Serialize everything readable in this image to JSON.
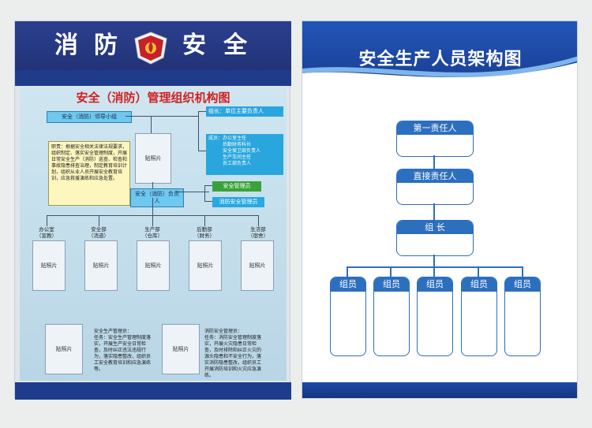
{
  "left_poster": {
    "header_chars": [
      "消",
      "防",
      "安",
      "全"
    ],
    "title": "安全（消防）管理组织机构图",
    "leader_group": "安全（消防）领导小组",
    "group_head": "组长：单位主要负责人",
    "members_text": "成员：办公室主任\n　　　后勤财务科长\n　　　安全保卫部负责人\n　　　生产车间主任\n　　　员工部负责人",
    "duty_text": "职责：根据安全相关法律法规要求，组织制定、落实安全管理制度，开展日常安全生产（消防）巡查、检查和事故隐患排查治理，制定教育培训计划，组织从业人员开展安全教育培训，应急救援演练和应急处置。",
    "safety_lead": "安全（消防）负责人",
    "safety_manager": "安全管理员",
    "fire_manager": "消防安全管理员",
    "photo_label": "贴照片",
    "departments": [
      {
        "name": "办公室",
        "sub": "（宣教）"
      },
      {
        "name": "安全部",
        "sub": "（消道）"
      },
      {
        "name": "生产部",
        "sub": "（仓库）"
      },
      {
        "name": "后勤部",
        "sub": "（财务）"
      },
      {
        "name": "生活部",
        "sub": "（宿舍）"
      }
    ],
    "safety_duty": "安全生产管理员：\n任务：安全生产管理制度落实，开展生产安全日常检查，及时纠正违法违规行为，落实隐患整改，组织员工安全教育培训和应急演练等。",
    "fire_duty": "消防安全管理员：\n任务：消防安全管理制度落实，开展火灾隐患日常检查，及时排除和纠正火灾的源头隐患和不安全行为，落实消防隐患整改，组织员工开展消防培训和火灾应急演练。"
  },
  "right_poster": {
    "title": "安全生产人员架构图",
    "first": "第一责任人",
    "direct": "直接责任人",
    "leader": "组  长",
    "member": "组员",
    "member_count": 5
  },
  "colors": {
    "navy": "#223377",
    "accent_red": "#d42020",
    "box_blue": "#2d6fbf",
    "green": "#3aa23a",
    "cyan": "#27a9e1"
  }
}
